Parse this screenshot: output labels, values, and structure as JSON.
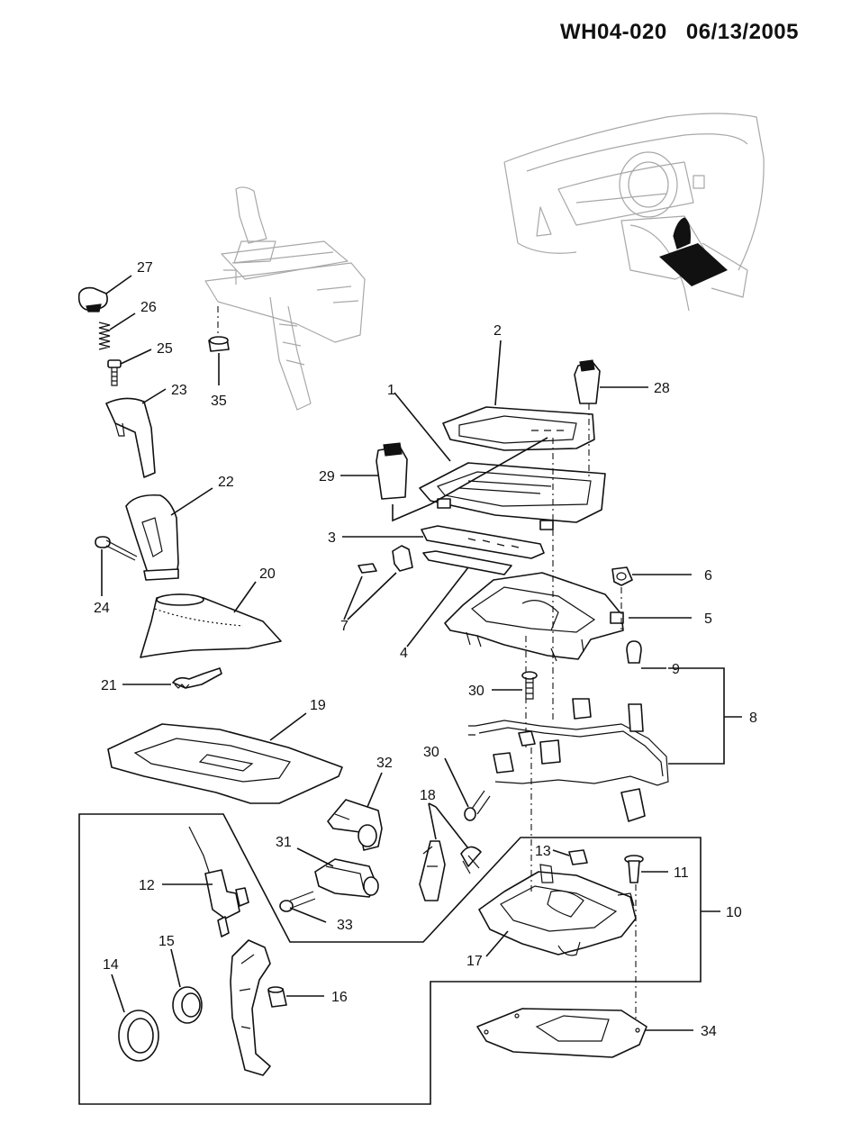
{
  "header": {
    "code": "WH04-020",
    "date": "06/13/2005"
  },
  "callouts": {
    "c1": "1",
    "c2": "2",
    "c3": "3",
    "c4": "4",
    "c5": "5",
    "c6": "6",
    "c7": "7",
    "c8": "8",
    "c9": "9",
    "c10": "10",
    "c11": "11",
    "c12": "12",
    "c13": "13",
    "c14": "14",
    "c15": "15",
    "c16": "16",
    "c17": "17",
    "c18": "18",
    "c19": "19",
    "c20": "20",
    "c21": "21",
    "c22": "22",
    "c23": "23",
    "c24": "24",
    "c25": "25",
    "c26": "26",
    "c27": "27",
    "c28": "28",
    "c29": "29",
    "c30a": "30",
    "c30b": "30",
    "c31": "31",
    "c32": "32",
    "c33": "33",
    "c34": "34",
    "c35": "35"
  }
}
